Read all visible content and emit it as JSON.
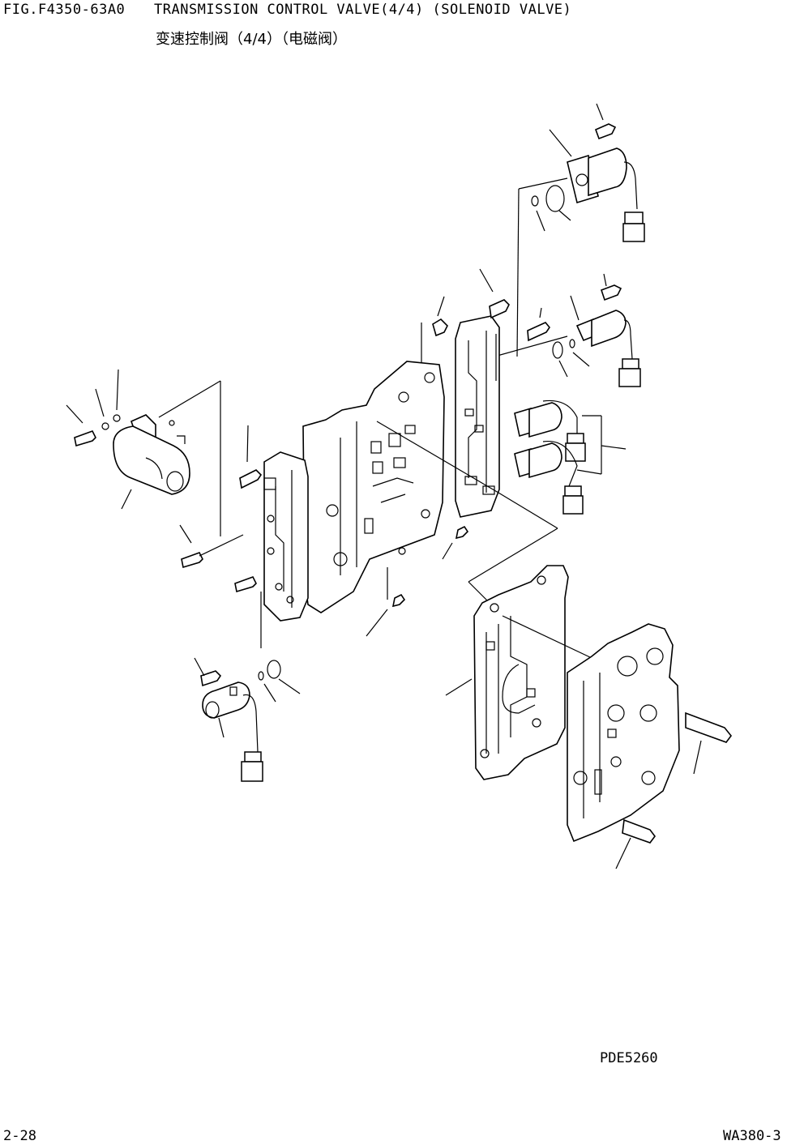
{
  "header": {
    "fig_label": "FIG.F4350-63A0",
    "title_en": "TRANSMISSION CONTROL VALVE(4/4) (SOLENOID VALVE)",
    "title_cn": "变速控制阀（4/4）（电磁阀）"
  },
  "drawing": {
    "code": "PDE5260"
  },
  "footer": {
    "page_number": "2-28",
    "model": "WA380-3"
  }
}
